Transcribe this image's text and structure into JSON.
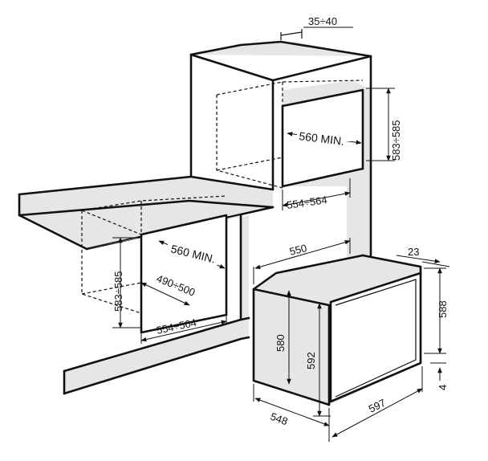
{
  "labels": {
    "clearance_top": "35÷40",
    "wall_niche_height": "583÷585",
    "wall_niche_depth": "560 MIN.",
    "wall_niche_width": "554÷564",
    "under_niche_height": "583÷585",
    "under_niche_depth": "560 MIN.",
    "under_cutout": "490÷500",
    "under_niche_width": "554÷564",
    "oven_depth_top": "550",
    "oven_panel_depth": "23",
    "oven_front_height": "588",
    "oven_body_height": "580",
    "oven_total_height": "592",
    "oven_bottom_gap": "4",
    "oven_depth_bottom": "548",
    "oven_width": "597"
  }
}
